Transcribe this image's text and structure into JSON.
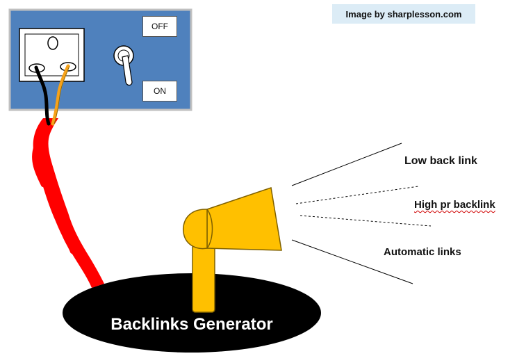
{
  "credit": "Image by sharplesson.com",
  "switch": {
    "off_label": "OFF",
    "on_label": "ON"
  },
  "device_label": "Backlinks Generator",
  "signals": [
    {
      "label": "Low back link"
    },
    {
      "label": "High pr backlink"
    },
    {
      "label": "Automatic links"
    }
  ],
  "colors": {
    "panel": "#4f81bd",
    "cable": "#ff0000",
    "wire_black": "#000000",
    "wire_orange": "#f7a21a",
    "megaphone": "#ffc000",
    "megaphone_outline": "#7f6000",
    "base": "#000000"
  }
}
